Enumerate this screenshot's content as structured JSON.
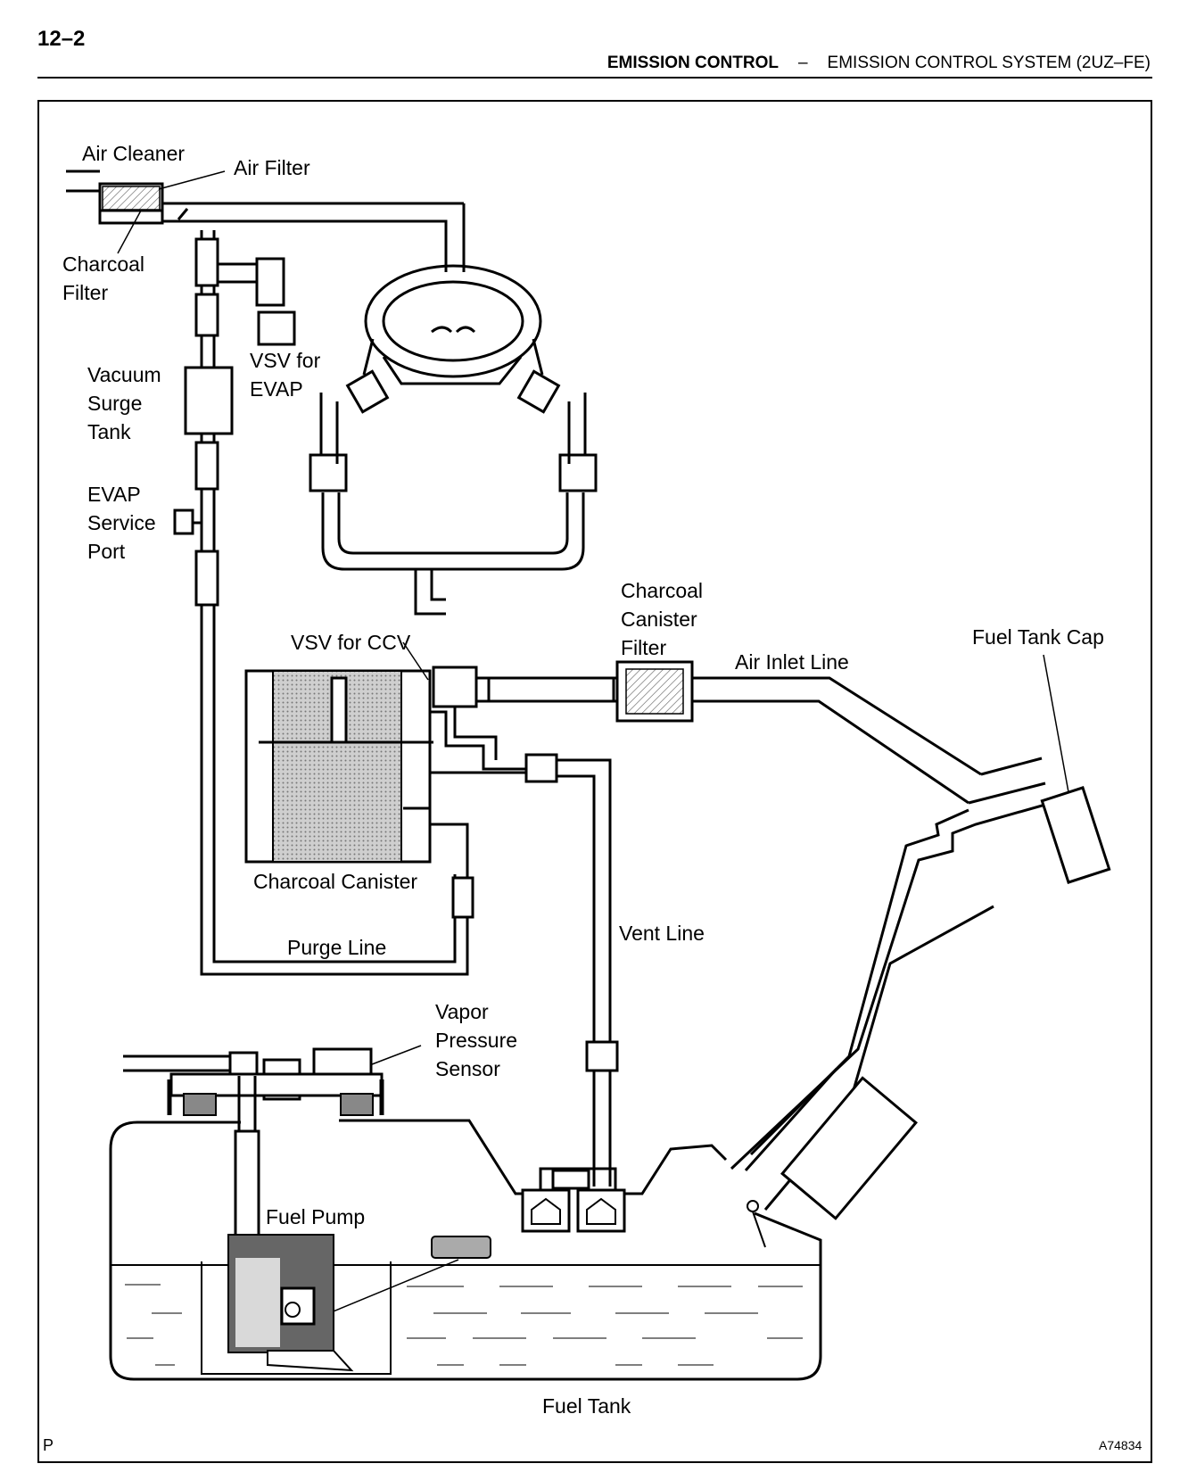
{
  "header": {
    "page_number": "12–2",
    "section": "EMISSION CONTROL",
    "separator": "–",
    "subsection": "EMISSION CONTROL SYSTEM (2UZ–FE)"
  },
  "labels": {
    "air_cleaner": "Air Cleaner",
    "air_filter": "Air Filter",
    "charcoal_filter": "Charcoal\nFilter",
    "vacuum_surge_tank": "Vacuum\nSurge\nTank",
    "vsv_evap": "VSV for\nEVAP",
    "evap_service_port": "EVAP\nService\nPort",
    "vsv_ccv": "VSV for CCV",
    "charcoal_canister_filter": "Charcoal\nCanister\nFilter",
    "air_inlet_line": "Air Inlet Line",
    "fuel_tank_cap": "Fuel Tank Cap",
    "charcoal_canister": "Charcoal Canister",
    "purge_line": "Purge Line",
    "vent_line": "Vent Line",
    "vapor_pressure_sensor": "Vapor\nPressure\nSensor",
    "fuel_pump": "Fuel Pump",
    "fuel_tank": "Fuel Tank"
  },
  "footer": {
    "corner_left": "P",
    "figure_id": "A74834"
  }
}
